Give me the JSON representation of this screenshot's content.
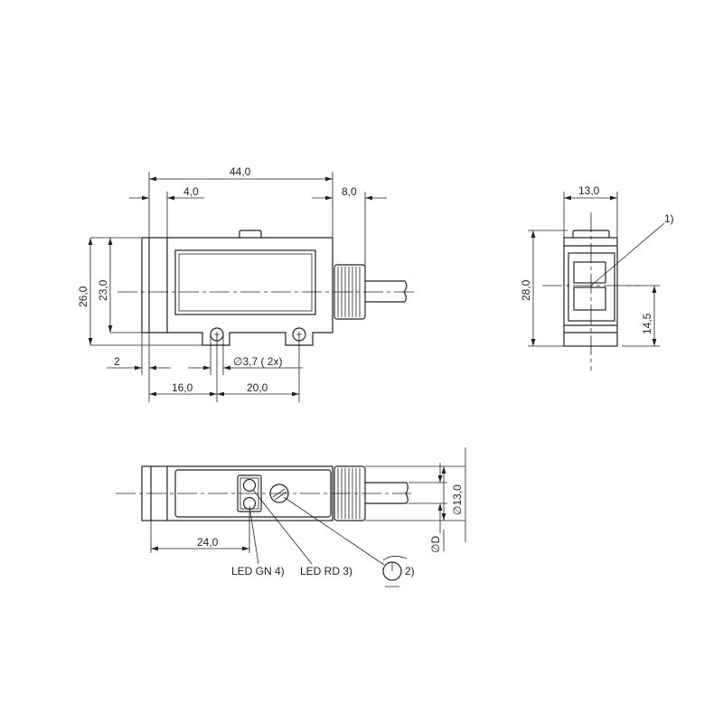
{
  "top_view": {
    "dim_length": "44,0",
    "dim_front": "4,0",
    "dim_connector": "8,0",
    "dim_height_total": "26,0",
    "dim_height_body": "23,0",
    "dim_offset": "2",
    "dim_hole": "∅3,7 ( 2x)",
    "dim_hole1": "16,0",
    "dim_hole_spacing": "20,0"
  },
  "side_view": {
    "dim_width": "13,0",
    "dim_height": "28,0",
    "dim_axis": "14,5",
    "note": "1)"
  },
  "bottom_view": {
    "dim_led": "24,0",
    "dim_connector_dia": "∅13,0",
    "dim_cable_dia": "∅D",
    "led_green": "LED GN 4)",
    "led_red": "LED RD 3)",
    "pot_note": "2)"
  },
  "colors": {
    "line": "#222222",
    "background": "#ffffff"
  }
}
